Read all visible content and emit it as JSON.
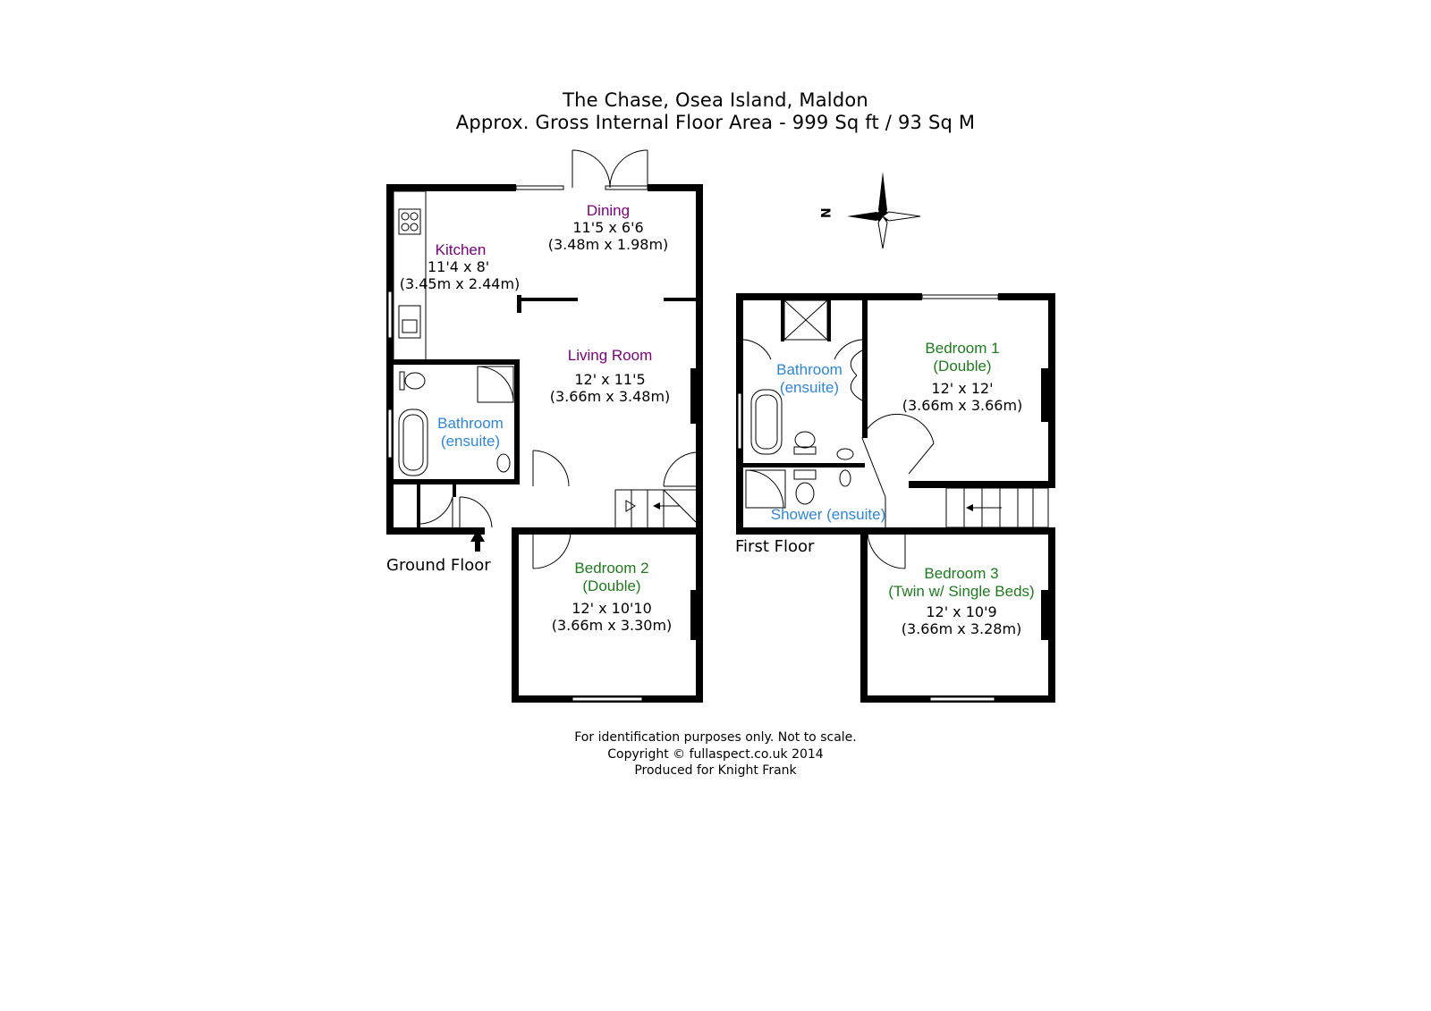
{
  "header": {
    "title": "The Chase, Osea Island, Maldon",
    "subtitle": "Approx. Gross Internal Floor Area - 999 Sq ft / 93 Sq M"
  },
  "compass": {
    "label": "N"
  },
  "floors": {
    "ground": "Ground Floor",
    "first": "First Floor"
  },
  "rooms": {
    "dining": {
      "name": "Dining",
      "imperial": "11'5 x 6'6",
      "metric": "(3.48m x 1.98m)"
    },
    "kitchen": {
      "name": "Kitchen",
      "imperial": "11'4 x 8'",
      "metric": "(3.45m x 2.44m)"
    },
    "living": {
      "name": "Living Room",
      "imperial": "12' x 11'5",
      "metric": "(3.66m x 3.48m)"
    },
    "bathroom_ground": {
      "name": "Bathroom",
      "sub": "(ensuite)"
    },
    "bedroom2": {
      "name": "Bedroom 2",
      "sub": "(Double)",
      "imperial": "12' x 10'10",
      "metric": "(3.66m x 3.30m)"
    },
    "bathroom_first": {
      "name": "Bathroom",
      "sub": "(ensuite)"
    },
    "bedroom1": {
      "name": "Bedroom 1",
      "sub": "(Double)",
      "imperial": "12' x 12'",
      "metric": "(3.66m x 3.66m)"
    },
    "shower": {
      "name": "Shower (ensuite)"
    },
    "bedroom3": {
      "name": "Bedroom 3",
      "sub": "(Twin w/ Single Beds)",
      "imperial": "12' x 10'9",
      "metric": "(3.66m x 3.28m)"
    }
  },
  "footer": {
    "line1": "For identification purposes only. Not to scale.",
    "line2": "Copyright © fullaspect.co.uk 2014",
    "line3": "Produced for Knight Frank"
  },
  "colors": {
    "kitchen_dining_living": "#7a007a",
    "bedrooms": "#1f7a1f",
    "bathrooms": "#2f86d8",
    "walls": "#000000"
  }
}
